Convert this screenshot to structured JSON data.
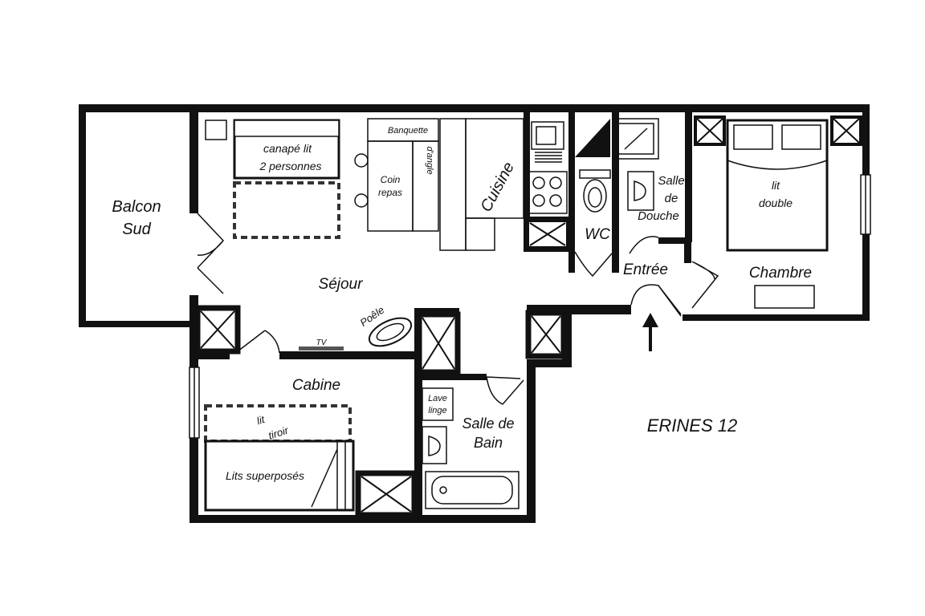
{
  "plan": {
    "name": "ERINES 12",
    "rooms": {
      "balcon": [
        "Balcon",
        "Sud"
      ],
      "sejour": "Séjour",
      "cuisine": "Cuisine",
      "wc": "WC",
      "salle_douche": [
        "Salle",
        "de",
        "Douche"
      ],
      "chambre": "Chambre",
      "entree": "Entrée",
      "cabine": "Cabine",
      "salle_bain": [
        "Salle de",
        "Bain"
      ]
    },
    "furniture": {
      "canape": [
        "canapé lit",
        "2 personnes"
      ],
      "banquette": "Banquette",
      "angle": "d'angle",
      "coin_repas": [
        "Coin",
        "repas"
      ],
      "lit_double": [
        "lit",
        "double"
      ],
      "poele": "Poêle",
      "tv": "TV",
      "lave_linge": [
        "Lave",
        "linge"
      ],
      "lit_tiroir": [
        "lit",
        "tiroir"
      ],
      "lits_superposes": "Lits superposés"
    }
  }
}
